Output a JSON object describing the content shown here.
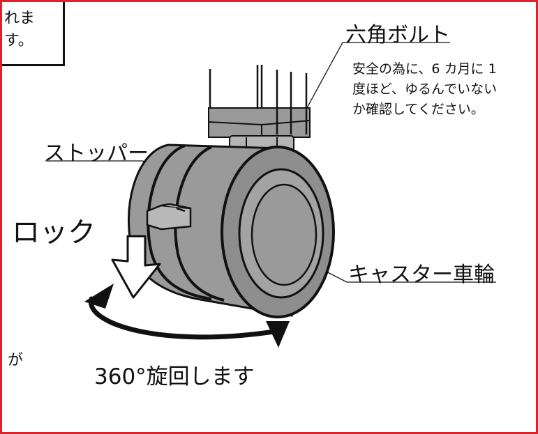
{
  "corner_box": {
    "text": "れます。"
  },
  "labels": {
    "hex_bolt": "六角ボルト",
    "hex_bolt_note": "安全の為に、6 カ月に 1 度ほど、ゆるんでいないか確認してください。",
    "stopper": "ストッパー",
    "lock": "ロック",
    "caster_wheel": "キャスター車輪",
    "rotation": "360°旋回します",
    "side_fragment": "が"
  },
  "colors": {
    "border": "#e0202a",
    "line": "#111111",
    "body_gray": "#9a9a9a",
    "dark_gray": "#7b7b7b",
    "light_gray": "#d2d2d2"
  }
}
